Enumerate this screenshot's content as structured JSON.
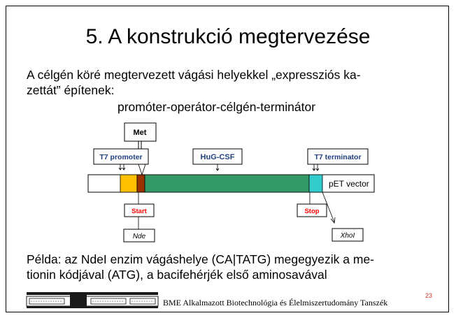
{
  "slide": {
    "title": "5. A konstrukció megtervezése",
    "intro": "A célgén köré megtervezett vágási helyekkel „expressziós ka-zettát” építenek:",
    "intro_line1": "A célgén köré megtervezett vágási helyekkel „expressziós ka-",
    "intro_line2": "zettát” építenek:",
    "subtitle": "promóter-operátor-célgén-terminátor",
    "example_line1": "Példa: az NdeI enzim vágáshelye (CA|TATG) megegyezik a me-",
    "example_line2": "tionin kódjával (ATG), a bacifehérjék első aminosavával",
    "footer": "BME Alkalmazott Biotechnológia és Élelmiszertudomány Tanszék",
    "page_number": "23"
  },
  "diagram": {
    "labels": {
      "met": "Met",
      "t7_promoter": "T7 promoter",
      "hug_csf": "HuG-CSF",
      "t7_terminator": "T7 terminator",
      "vector": "pET vector",
      "start": "Start",
      "stop": "Stop",
      "nde": "Nde",
      "xhoi": "XhoI"
    },
    "colors": {
      "promoter": "#ffc000",
      "met_codon": "#993300",
      "gene": "#339966",
      "terminator": "#33cccc",
      "start_stop_text": "#ff0000"
    }
  }
}
